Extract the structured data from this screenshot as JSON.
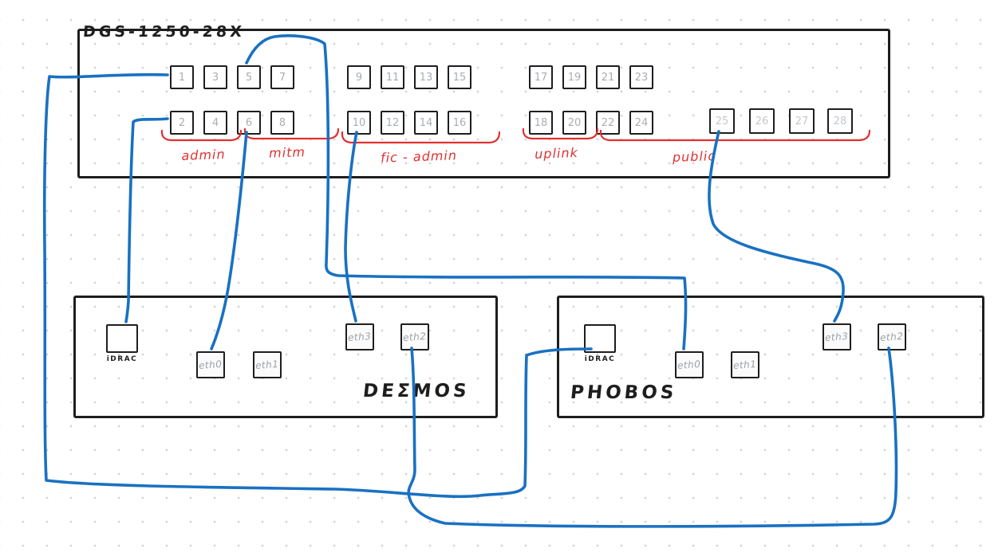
{
  "colors": {
    "ink": "#1e1e1e",
    "cable_blue": "#1971c2",
    "group_red": "#e03131",
    "port_number_gray": "#a9aeb4"
  },
  "switch": {
    "title": "DGS-1250-28X",
    "ports_top": [
      "1",
      "3",
      "5",
      "7",
      "9",
      "11",
      "13",
      "15",
      "17",
      "19",
      "21",
      "23"
    ],
    "ports_bottom": [
      "2",
      "4",
      "6",
      "8",
      "10",
      "12",
      "14",
      "16",
      "18",
      "20",
      "22",
      "24"
    ],
    "ports_sfp": [
      "25",
      "26",
      "27",
      "28"
    ],
    "groups": [
      {
        "label": "admin",
        "ports": "1-4"
      },
      {
        "label": "mitm",
        "ports": "5-8"
      },
      {
        "label": "fic - admin",
        "ports": "9-16"
      },
      {
        "label": "uplink",
        "ports": "17-20"
      },
      {
        "label": "public",
        "ports": "21-28"
      }
    ]
  },
  "servers": {
    "desmos": {
      "name": "DEΣMOS",
      "idrac_label": "iDRAC",
      "nics": [
        "eth0",
        "eth1",
        "eth3",
        "eth2"
      ]
    },
    "phobos": {
      "name": "PHOBOS",
      "idrac_label": "iDRAC",
      "nics": [
        "eth0",
        "eth1",
        "eth3",
        "eth2"
      ]
    }
  },
  "connections": [
    {
      "from": "switch port 1",
      "to": "PHOBOS iDRAC"
    },
    {
      "from": "switch port 2",
      "to": "DESMOS iDRAC"
    },
    {
      "from": "switch port 5",
      "to": "PHOBOS eth0"
    },
    {
      "from": "switch port 6",
      "to": "DESMOS eth0"
    },
    {
      "from": "switch port 10",
      "to": "DESMOS eth3"
    },
    {
      "from": "switch port 25",
      "to": "PHOBOS eth3"
    },
    {
      "from": "DESMOS eth2",
      "to": "PHOBOS eth2"
    }
  ]
}
